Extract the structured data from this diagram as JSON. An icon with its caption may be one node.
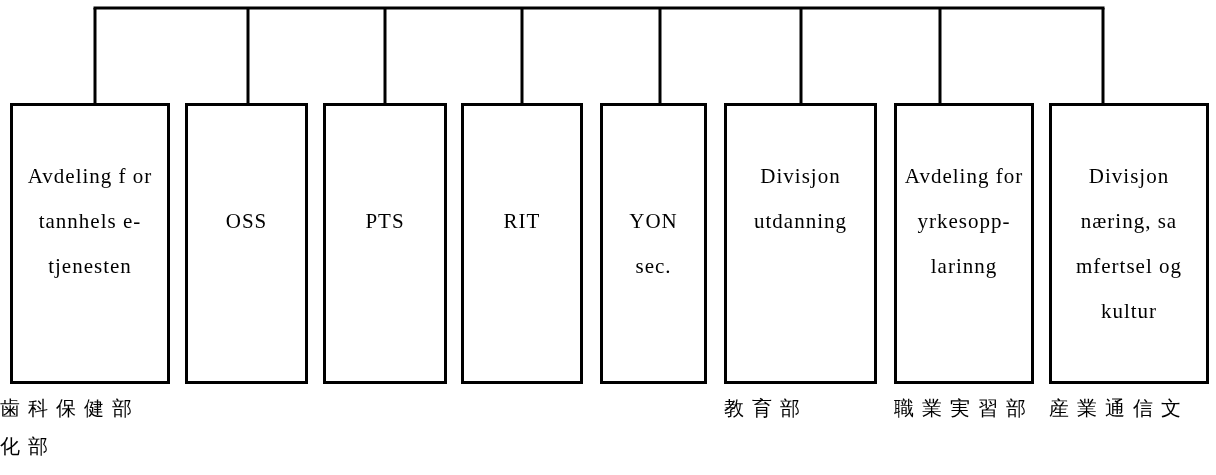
{
  "diagram": {
    "nodes": [
      {
        "text": [
          "Avdeling f or tannhels e- tjenesten"
        ],
        "beside": [
          "歯科保健部"
        ]
      },
      {
        "text": [
          "OSS"
        ]
      },
      {
        "text": [
          "PTS"
        ]
      },
      {
        "text": [
          "RIT"
        ]
      },
      {
        "text": [
          "YON sec."
        ]
      },
      {
        "text": [
          "Divisjon utdanning"
        ],
        "beside": [
          "教育部"
        ]
      },
      {
        "text": [
          "Avdeling for yrkesopp- larinng"
        ],
        "beside": [
          "職業実習部"
        ]
      },
      {
        "text": [
          "Divisjon næring, sa mfertsel og kultur"
        ],
        "beside": [
          "産業通信文化部"
        ]
      }
    ],
    "edges": [
      {
        "from": null,
        "to": 0,
        "arrow": "none"
      },
      {
        "from": null,
        "to": 1,
        "arrow": "none"
      },
      {
        "from": null,
        "to": 2,
        "arrow": "none"
      },
      {
        "from": null,
        "to": 3,
        "arrow": "none"
      },
      {
        "from": null,
        "to": 4,
        "arrow": "none"
      },
      {
        "from": null,
        "to": 5,
        "arrow": "none"
      },
      {
        "from": null,
        "to": 6,
        "arrow": "none"
      },
      {
        "from": null,
        "to": 7,
        "arrow": "none"
      }
    ]
  }
}
